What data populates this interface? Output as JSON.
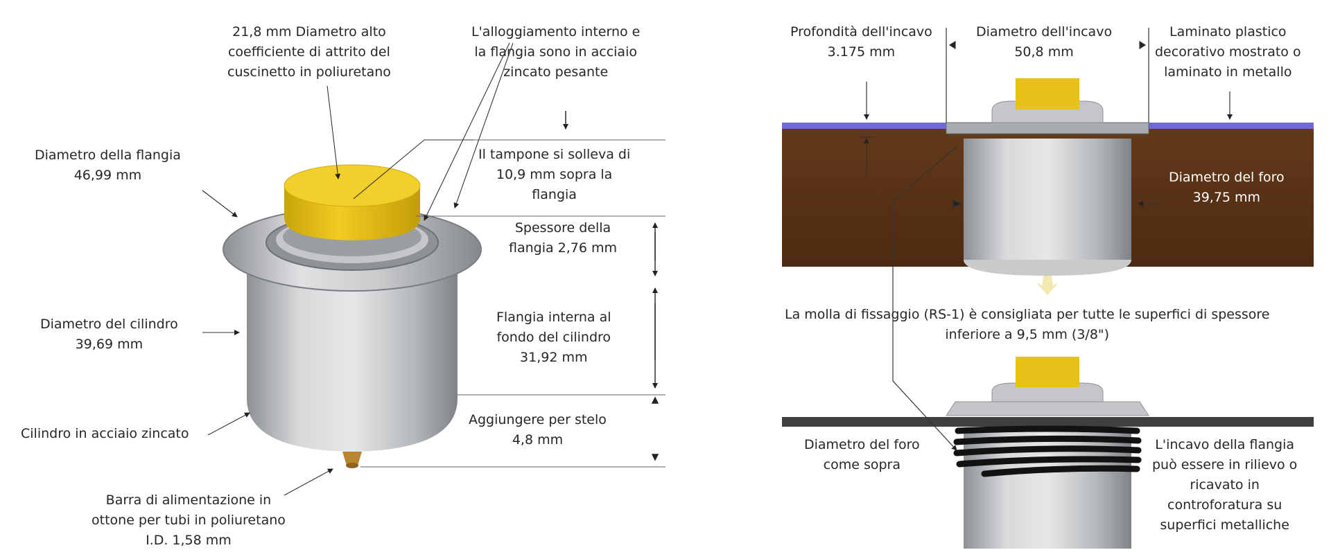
{
  "left_panel": {
    "pad_friction_label": "21,8 mm Diametro alto\ncoefficiente di attrito del\ncuscinetto in poliuretano",
    "housing_material_label": "L'alloggiamento interno e\nla flangia sono in acciaio\nzincato pesante",
    "flange_diameter_label": "Diametro della flangia\n46,99 mm",
    "pad_rise_label": "Il tampone si solleva di\n10,9 mm sopra la\nflangia",
    "flange_thickness_label": "Spessore della\nflangia 2,76 mm",
    "cylinder_diameter_label": "Diametro del cilindro\n39,69 mm",
    "inner_flange_bottom_label": "Flangia interna al\nfondo del cilindro\n31,92 mm",
    "stem_add_label": "Aggiungere per stelo\n4,8 mm",
    "cylinder_material_label": "Cilindro in acciaio zincato",
    "brass_bar_label": "Barra di alimentazione in\nottone per tubi in poliuretano\nI.D. 1,58 mm"
  },
  "right_panel": {
    "recess_depth_label": "Profondità dell'incavo\n3.175 mm",
    "recess_diameter_label": "Diametro dell'incavo\n50,8 mm",
    "laminate_label": "Laminato plastico\ndecorativo mostrato o\nlaminato in metallo",
    "hole_diameter_label": "Diametro del foro\n39,75 mm",
    "spring_note": "La molla di fissaggio (RS-1) è consigliata per tutte le superfici di spessore\ninferiore a 9,5 mm (3/8\")",
    "hole_same_label": "Diametro del foro\ncome sopra",
    "flange_recess_label": "L'incavo della flangia\npuò essere in rilievo o\nricavato in\ncontroforatura su\nsuperfici metalliche"
  },
  "colors": {
    "pad_yellow": "#e8c21a",
    "steel": "#b9bcbf",
    "wood": "#5a3417",
    "laminate": "#6f6ad8",
    "sheet": "#444444",
    "spring": "#1a1a1a",
    "leader": "#333333"
  }
}
